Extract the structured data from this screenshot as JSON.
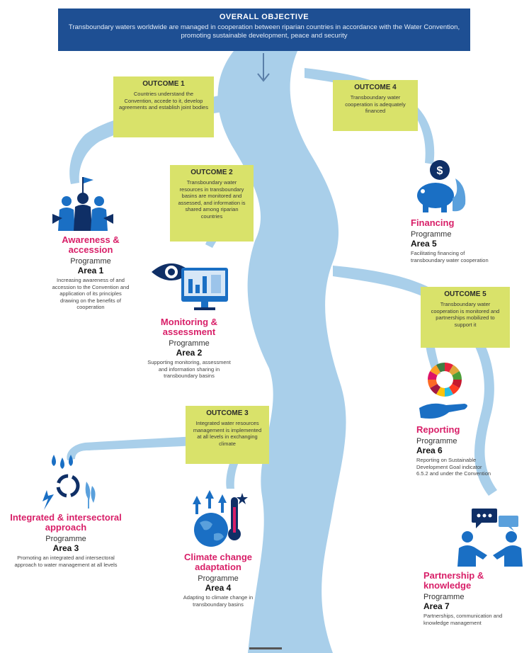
{
  "objective": {
    "title": "OVERALL OBJECTIVE",
    "text": "Transboundary waters worldwide are managed in cooperation between riparian countries in accordance with the Water Convention, promoting sustainable development, peace and security"
  },
  "outcomes": [
    {
      "title": "OUTCOME 1",
      "text": "Countries understand the Convention, accede to it, develop agreements and establish joint bodies"
    },
    {
      "title": "OUTCOME 2",
      "text": "Transboundary water resources in transboundary basins are monitored and assessed, and information is shared among riparian countries"
    },
    {
      "title": "OUTCOME 3",
      "text": "Integrated water resources management is implemented at all levels in exchanging climate"
    },
    {
      "title": "OUTCOME 4",
      "text": "Transboundary water cooperation is adequately financed"
    },
    {
      "title": "OUTCOME 5",
      "text": "Transboundary water cooperation is monitored and partnerships mobilized to support it"
    }
  ],
  "areas": [
    {
      "name": "Awareness & accession",
      "prog": "Programme",
      "num": "Area 1",
      "desc": "Increasing awareness of and accession to the Convention and application of its principles drawing on the benefits of cooperation"
    },
    {
      "name": "Monitoring & assessment",
      "prog": "Programme",
      "num": "Area 2",
      "desc": "Supporting monitoring, assessment and information sharing in transboundary basins"
    },
    {
      "name": "Integrated & intersectoral approach",
      "prog": "Programme",
      "num": "Area 3",
      "desc": "Promoting an integrated and intersectoral approach to water management at all levels"
    },
    {
      "name": "Climate change adaptation",
      "prog": "Programme",
      "num": "Area 4",
      "desc": "Adapting to climate change in transboundary basins"
    },
    {
      "name": "Financing",
      "prog": "Programme",
      "num": "Area 5",
      "desc": "Facilitating financing of transboundary water cooperation"
    },
    {
      "name": "Reporting",
      "prog": "Programme",
      "num": "Area 6",
      "desc": "Reporting on Sustainable Development Goal indicator 6.5.2 and under the Convention"
    },
    {
      "name": "Partnership & knowledge",
      "prog": "Programme",
      "num": "Area 7",
      "desc": "Partnerships, communication and knowledge management"
    }
  ],
  "colors": {
    "river": "#a9cfea",
    "objective": "#1e4f93",
    "outcome": "#d9e26a",
    "area_name": "#d81f68",
    "icon_blue": "#1a6fc4",
    "icon_dark": "#0f2f66"
  },
  "icons": [
    "flag-people-icon",
    "eye-monitor-icon",
    "water-cycle-icon",
    "globe-thermometer-icon",
    "piggy-bank-icon",
    "sdg-wheel-hand-icon",
    "people-chat-icon"
  ]
}
